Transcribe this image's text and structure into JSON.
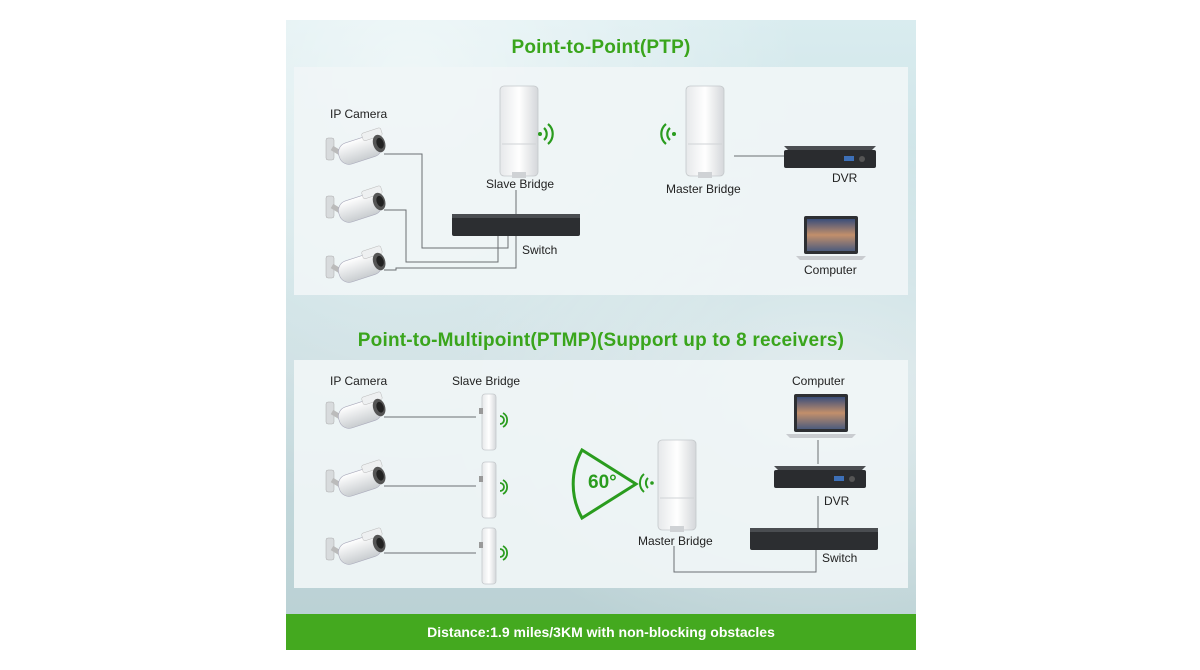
{
  "ptp": {
    "title": "Point-to-Point(PTP)",
    "camera_label": "IP Camera",
    "slave_label": "Slave Bridge",
    "switch_label": "Switch",
    "master_label": "Master Bridge",
    "dvr_label": "DVR",
    "computer_label": "Computer"
  },
  "ptmp": {
    "title": "Point-to-Multipoint(PTMP)(Support up to 8 receivers)",
    "camera_label": "IP Camera",
    "slave_label": "Slave Bridge",
    "computer_label": "Computer",
    "angle_label": "60°",
    "dvr_label": "DVR",
    "master_label": "Master Bridge",
    "switch_label": "Switch"
  },
  "footer": {
    "text": "Distance:1.9 miles/3KM with non-blocking obstacles"
  },
  "colors": {
    "accent_green": "#3aa51c",
    "footer_green": "#44a91f"
  }
}
